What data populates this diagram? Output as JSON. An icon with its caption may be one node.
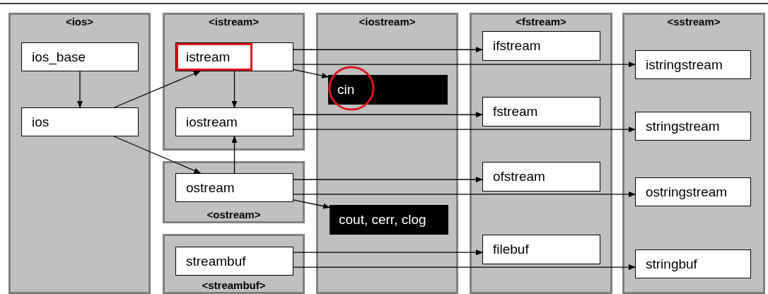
{
  "diagram": {
    "nodes": [
      {
        "text": [
          "<ios>"
        ]
      },
      {
        "text": [
          "ios_base"
        ],
        "in": 0
      },
      {
        "text": [
          "ios"
        ],
        "in": 0
      },
      {
        "text": [
          "<istream>"
        ]
      },
      {
        "text": [
          "istream"
        ],
        "in": 3
      },
      {
        "text": [
          "iostream"
        ],
        "in": 3
      },
      {
        "text": [
          "<ostream>"
        ]
      },
      {
        "text": [
          "ostream"
        ],
        "in": 6
      },
      {
        "text": [
          "<streambuf>"
        ]
      },
      {
        "text": [
          "streambuf"
        ],
        "in": 8
      },
      {
        "text": [
          "<iostream>"
        ]
      },
      {
        "text": [
          "cin"
        ],
        "in": 10
      },
      {
        "text": [
          "cout, cerr, clog"
        ],
        "in": 10
      },
      {
        "text": [
          "<fstream>"
        ]
      },
      {
        "text": [
          "ifstream"
        ],
        "in": 13
      },
      {
        "text": [
          "fstream"
        ],
        "in": 13
      },
      {
        "text": [
          "ofstream"
        ],
        "in": 13
      },
      {
        "text": [
          "filebuf"
        ],
        "in": 13
      },
      {
        "text": [
          "<sstream>"
        ]
      },
      {
        "text": [
          "istringstream"
        ],
        "in": 18
      },
      {
        "text": [
          "stringstream"
        ],
        "in": 18
      },
      {
        "text": [
          "ostringstream"
        ],
        "in": 18
      },
      {
        "text": [
          "stringbuf"
        ],
        "in": 18
      }
    ],
    "edges": [
      {
        "from": 1,
        "to": 2,
        "arrow": "to"
      },
      {
        "from": 2,
        "to": 4,
        "arrow": "to"
      },
      {
        "from": 2,
        "to": 7,
        "arrow": "to"
      },
      {
        "from": 4,
        "to": 5,
        "arrow": "to"
      },
      {
        "from": 7,
        "to": 5,
        "arrow": "to"
      },
      {
        "from": 4,
        "to": 14,
        "arrow": "to"
      },
      {
        "from": 4,
        "to": 19,
        "arrow": "to"
      },
      {
        "from": 4,
        "to": 11,
        "arrow": "to"
      },
      {
        "from": 5,
        "to": 15,
        "arrow": "to"
      },
      {
        "from": 5,
        "to": 20,
        "arrow": "to"
      },
      {
        "from": 7,
        "to": 16,
        "arrow": "to"
      },
      {
        "from": 7,
        "to": 21,
        "arrow": "to"
      },
      {
        "from": 7,
        "to": 12,
        "arrow": "to"
      },
      {
        "from": 9,
        "to": 17,
        "arrow": "to"
      },
      {
        "from": 9,
        "to": 22,
        "arrow": "to"
      }
    ]
  }
}
